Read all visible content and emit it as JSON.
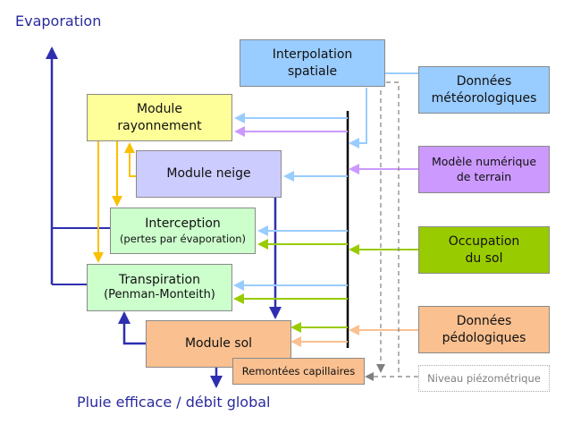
{
  "colors": {
    "meteo_blue": "#99ccff",
    "terrain_purple": "#cc99ff",
    "landuse_green": "#99cc00",
    "soil_orange": "#fac090",
    "water_navy": "#2e2eb0",
    "radiation_yellow": "#f9c000",
    "piezo_gray": "#808080",
    "bus_black": "#000000"
  },
  "outputs": {
    "evaporation": "Evaporation",
    "runoff": "Pluie efficace / débit global"
  },
  "modules": {
    "rayonnement": {
      "line1": "Module",
      "line2": "rayonnement",
      "fill": "#ffff99"
    },
    "neige": {
      "line1": "Module neige",
      "fill": "#ccccff"
    },
    "interception": {
      "line1": "Interception",
      "line2": "(pertes par évaporation)",
      "fill": "#ccffcc"
    },
    "transpiration": {
      "line1": "Transpiration",
      "line2": "(Penman-Monteith)",
      "fill": "#ccffcc"
    },
    "sol": {
      "line1": "Module sol",
      "fill": "#fac090"
    },
    "remontees": {
      "line1": "Remontées capillaires",
      "fill": "#fac090"
    },
    "interpolation": {
      "line1": "Interpolation",
      "line2": "spatiale",
      "fill": "#99ccff"
    }
  },
  "inputs": {
    "meteo": {
      "line1": "Données",
      "line2": "météorologiques",
      "fill": "#99ccff"
    },
    "mnt": {
      "line1": "Modèle numérique",
      "line2": "de terrain",
      "fill": "#cc99ff"
    },
    "occupation": {
      "line1": "Occupation",
      "line2": "du sol",
      "fill": "#99cc00"
    },
    "pedologie": {
      "line1": "Données",
      "line2": "pédologiques",
      "fill": "#fac090"
    },
    "piezo": {
      "line1": "Niveau piézométrique"
    }
  }
}
